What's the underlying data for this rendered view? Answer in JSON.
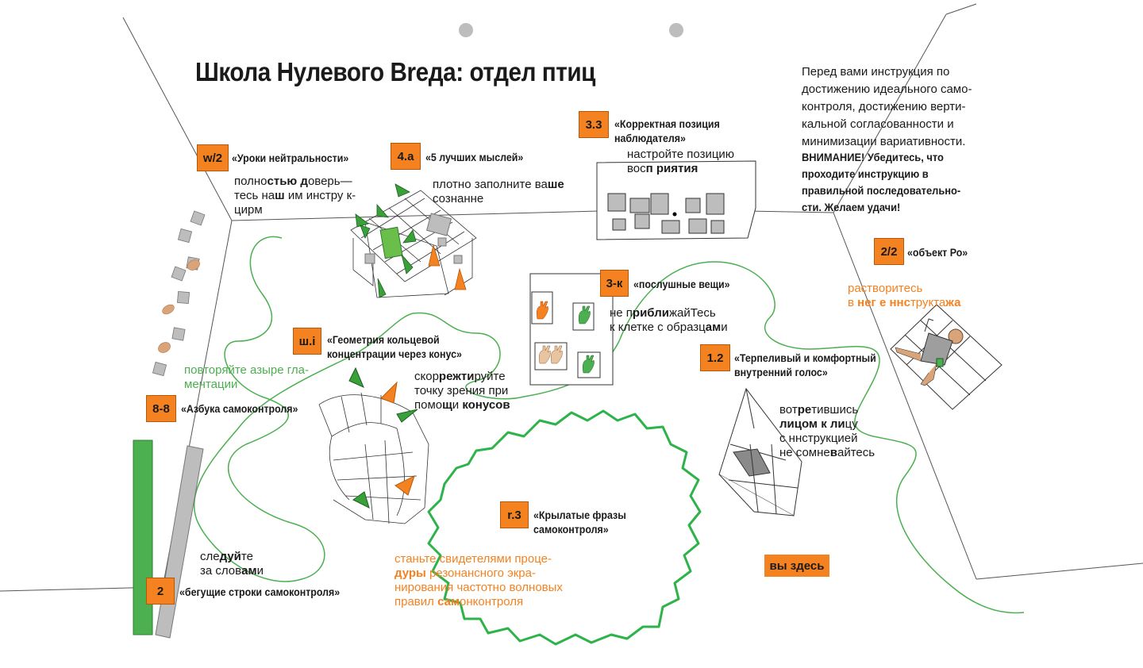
{
  "title": "Школа Нулевого Вreда: отдел птиц",
  "intro": "Перед вами инструкция по достижению идеального само-контроля, достижению верти-кальной согласованности и минимизации вариативности.",
  "warning": "ВНИМАНИЕ! Убедитесь, что проходите инструкцию в правильной последовательно-сти. Желаем удачи!",
  "you_are_here": "вы здесь",
  "stations": [
    {
      "code": "w/2",
      "title": "«Уроки нейтральности»",
      "text": [
        "полно[b]стью д[/b]оверь—",
        "тесь на[b]ш[/b] им инстру к-",
        "цирм"
      ]
    },
    {
      "code": "4.a",
      "title": "«5 лучших мыслей»",
      "text": [
        "плотно заполните ва[b]ше[/b]",
        "сознанне"
      ]
    },
    {
      "code": "3.3",
      "title": "«Корректная позиция",
      "title2": "наблюдателя»",
      "text": [
        "настройте позицию",
        "вос[b]п риятия[/b]"
      ]
    },
    {
      "code": "2/2",
      "title": "«объект Ро»",
      "text": [
        "растворитесь",
        "в [b]нег е ннс[/b]трукта[b]жа[/b]"
      ]
    },
    {
      "code": "3-к",
      "title": "«послушные вещи»",
      "text": [
        "не п[b]рибли[/b]жайТесь",
        "к клетке с образц[b]ам[/b]и"
      ]
    },
    {
      "code": "ш.i",
      "title": "«Геометрия кольцевой",
      "title2": "концентрации через конус»",
      "text": [
        "скор[b]режти[/b]руйте",
        "точку зрения при",
        "помо[b]щ[/b]и [b]конусов[/b]"
      ]
    },
    {
      "code": "1.2",
      "title": "«Терпеливый и комфортный",
      "title2": "внутренний голос»",
      "text": [
        "вот[b]ре[/b]тившись",
        "[b]лицом к ли[/b]цу",
        "с ннструкцией",
        "не сомне[b]в[/b]айтесь"
      ]
    },
    {
      "code": "8-8",
      "title": "«Азбука самоконтроля»",
      "text": [
        "повторяйте азыре гла-",
        "ментации"
      ]
    },
    {
      "code": "r.3",
      "title": "«Крылатые фразы",
      "title2": "самоконтроля»",
      "text": [
        "станьте свидетелями проце-",
        "[b]дуры[/b] резонансного экра-",
        "нирования частотно волновых",
        "правил [b]сам[/b]онконтроля"
      ]
    },
    {
      "code": "2",
      "title": "«бегущие строки самоконтроля»",
      "text": [
        "сле[b]дуй[/b]те",
        "за слов[b]ам[/b]и"
      ]
    }
  ],
  "colors": {
    "accent": "#f58220",
    "green": "#4caf50",
    "grey": "#bdbdbd",
    "ink": "#1a1a1a"
  },
  "icons": [
    "pin-icon",
    "cone-icon",
    "glove-icon",
    "person-figure-icon"
  ]
}
